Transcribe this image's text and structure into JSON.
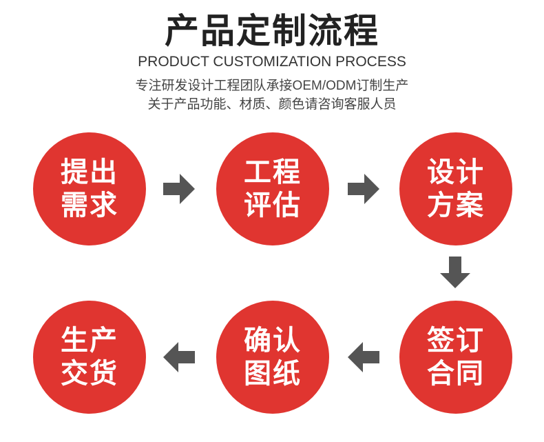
{
  "header": {
    "title": "产品定制流程",
    "subtitle": "PRODUCT CUSTOMIZATION PROCESS",
    "description_lines": [
      "专注研发设计工程团队承接OEM/ODM订制生产",
      "关于产品功能、材质、颜色请咨询客服人员"
    ]
  },
  "steps": [
    {
      "line1": "提出",
      "line2": "需求"
    },
    {
      "line1": "工程",
      "line2": "评估"
    },
    {
      "line1": "设计",
      "line2": "方案"
    },
    {
      "line1": "签订",
      "line2": "合同"
    },
    {
      "line1": "确认",
      "line2": "图纸"
    },
    {
      "line1": "生产",
      "line2": "交货"
    }
  ],
  "colors": {
    "circle": "#e03530",
    "arrow": "#555555",
    "title": "#222222"
  }
}
